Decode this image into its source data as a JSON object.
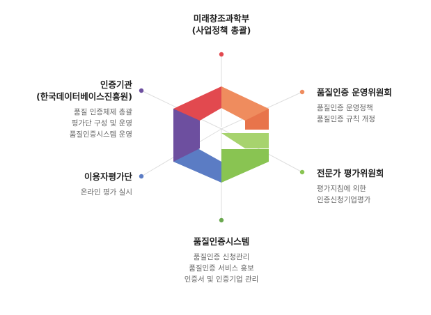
{
  "colors": {
    "red": "#e2494f",
    "orange": "#ef8c5e",
    "green": "#89c452",
    "blue": "#5b7cc4",
    "purple": "#6d4f9f",
    "line": "#dddddd"
  },
  "nodes": {
    "top": {
      "title": [
        "미래창조과학부",
        "(사업정책 총괄)"
      ],
      "desc": []
    },
    "upper_right": {
      "title": [
        "품질인증 운영위원회"
      ],
      "desc": [
        "품질인증 운영정책",
        "품질인증 규칙 개정"
      ]
    },
    "lower_right": {
      "title": [
        "전문가 평가위원회"
      ],
      "desc": [
        "평가지침에 의한",
        "인증신청기업평가"
      ]
    },
    "bottom": {
      "title": [
        "품질인증시스템"
      ],
      "desc": [
        "품질인증 신청관리",
        "품질인증 서비스 홍보",
        "인증서 및 인증기업 관리"
      ]
    },
    "lower_left": {
      "title": [
        "이용자평가단"
      ],
      "desc": [
        "온라인 평가 실시"
      ]
    },
    "upper_left": {
      "title": [
        "인증기관",
        "(한국데이터베이스진흥원)"
      ],
      "desc": [
        "품질 인증체제 총괄",
        "평가단 구성 및 운영",
        "품질인증시스템 운영"
      ]
    }
  }
}
